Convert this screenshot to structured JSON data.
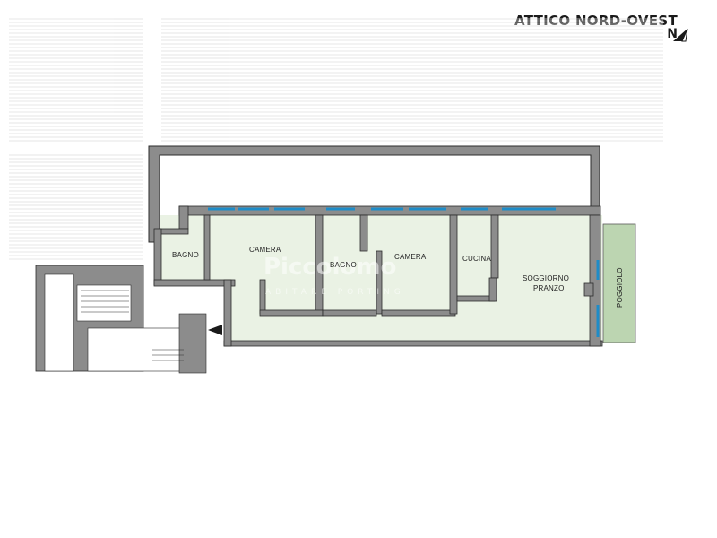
{
  "header": {
    "title": "ATTICO NORD-OVEST",
    "north_letter": "N"
  },
  "rooms": {
    "bagno1": "BAGNO",
    "camera1": "CAMERA",
    "bagno2": "BAGNO",
    "camera2": "CAMERA",
    "cucina": "CUCINA",
    "soggiorno_line1": "SOGGIORNO",
    "soggiorno_line2": "PRANZO",
    "poggiolo": "POGGIOLO"
  },
  "watermark": {
    "line1": "Piccolomo",
    "line2": "ABITARE PORTING"
  },
  "colors": {
    "wall": "#8c8c8c",
    "wall_outline": "#2b2b2b",
    "floor": "#e9f2e3",
    "balcony": "#b9d3ae",
    "window": "#1e8cc8",
    "background_hatch": "#d2d2d2"
  }
}
